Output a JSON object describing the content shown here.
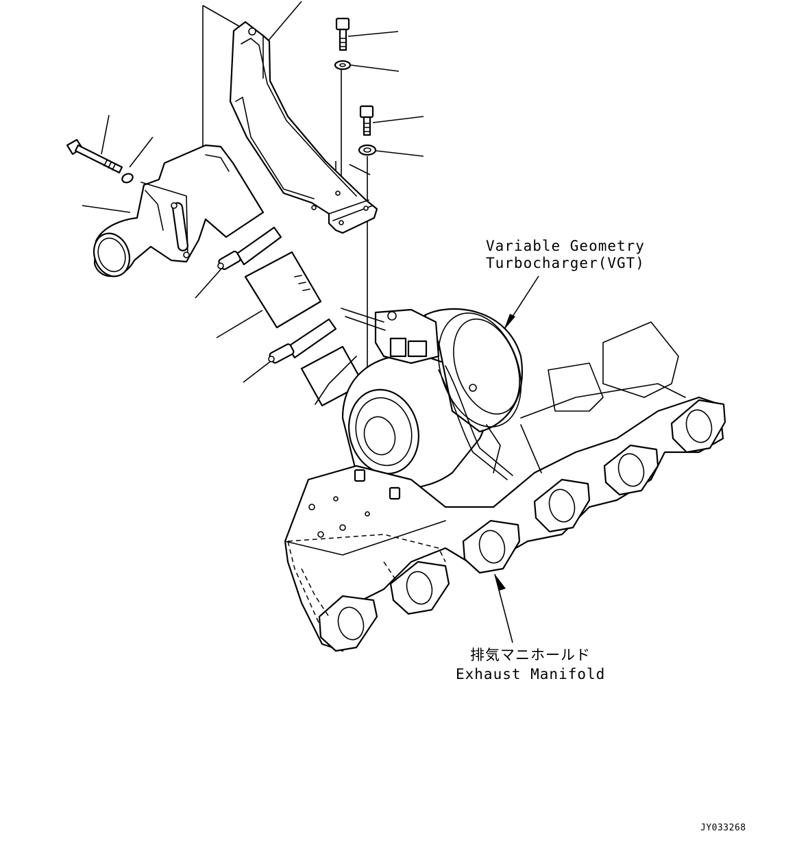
{
  "labels": {
    "vgt_line1": "Variable Geometry",
    "vgt_line2": "Turbocharger(VGT)",
    "manifold_jp": "排気マニホールド",
    "manifold_en": "Exhaust Manifold"
  },
  "drawing_code": "JY033268",
  "colors": {
    "line": "#000000",
    "background": "#ffffff"
  }
}
